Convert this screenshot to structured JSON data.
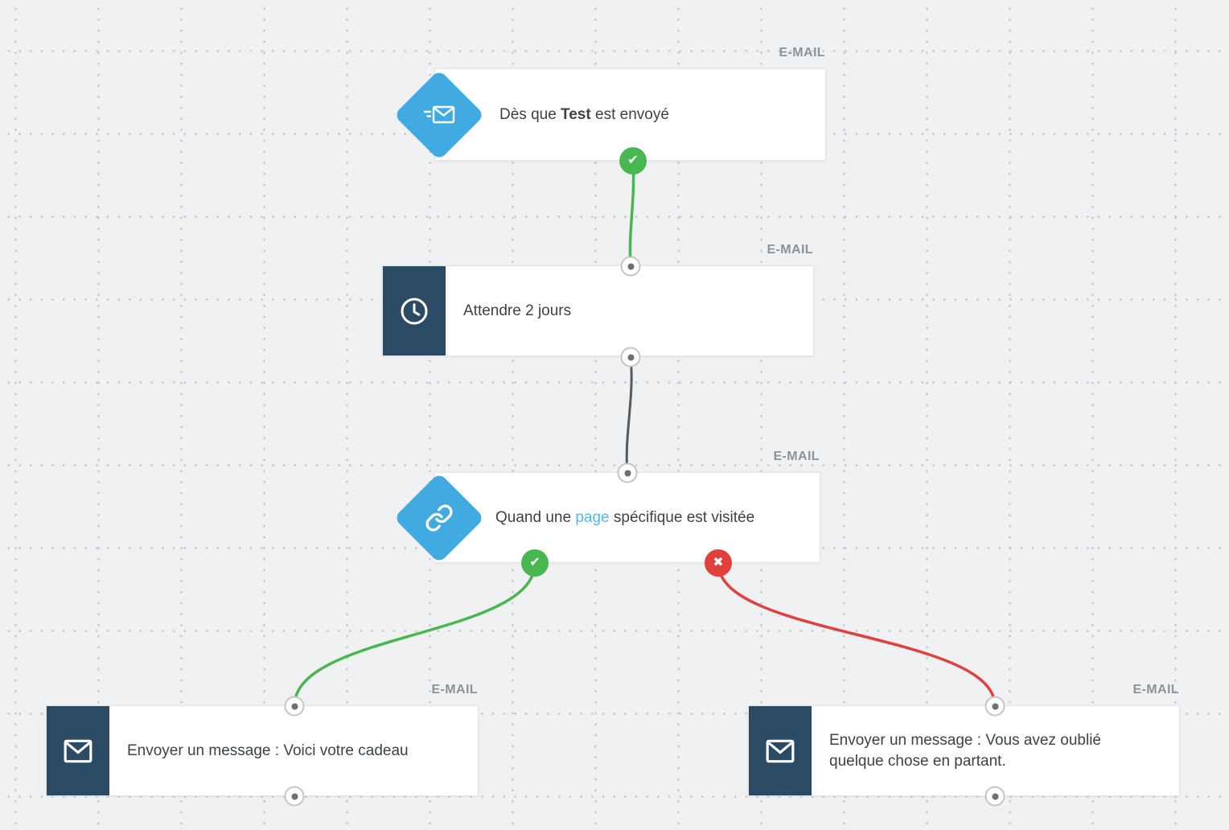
{
  "nodes": {
    "trigger": {
      "type_label": "E-MAIL",
      "text_prefix": "Dès que ",
      "text_bold": "Test",
      "text_suffix": " est envoyé",
      "icon": "send-email-icon"
    },
    "wait": {
      "type_label": "E-MAIL",
      "text": "Attendre 2 jours",
      "icon": "clock-icon"
    },
    "page_visit": {
      "type_label": "E-MAIL",
      "text_prefix": "Quand une ",
      "text_link": "page",
      "text_suffix": " spécifique est visitée",
      "icon": "link-icon"
    },
    "send_gift": {
      "type_label": "E-MAIL",
      "text": "Envoyer un message : Voici votre cadeau",
      "icon": "envelope-icon"
    },
    "send_reminder": {
      "type_label": "E-MAIL",
      "text": "Envoyer un message : Vous avez oublié quelque chose en partant.",
      "icon": "envelope-icon"
    }
  },
  "icons": {
    "check": "✔",
    "cross": "✖"
  },
  "colors": {
    "canvas_bg": "#f0f1f3",
    "diamond_blue": "#41abe1",
    "square_navy": "#2b4a63",
    "success_green": "#49b74f",
    "error_red": "#e2403d",
    "link_blue": "#55b8ea",
    "type_label_gray": "#8d939b",
    "connector_gray": "#565b60"
  }
}
